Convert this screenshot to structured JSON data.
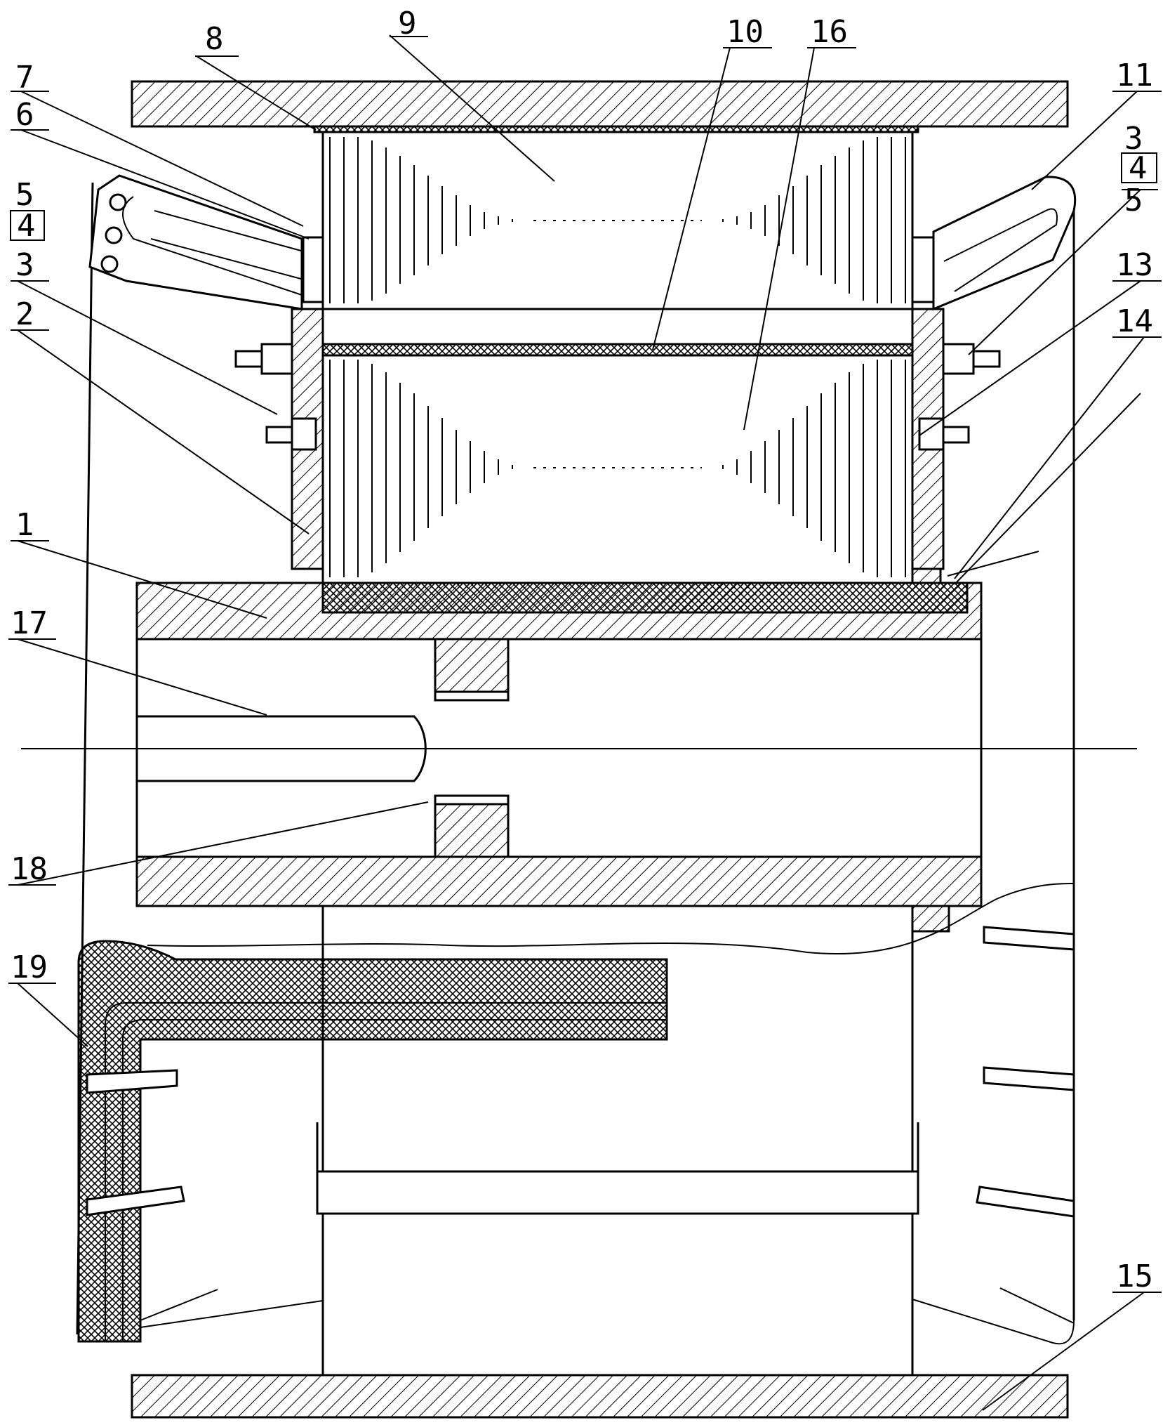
{
  "callouts": {
    "n1": "1",
    "n2": "2",
    "n3_left": "3",
    "n4_left": "4",
    "n5_left": "5",
    "n6": "6",
    "n7": "7",
    "n8": "8",
    "n9": "9",
    "n10": "10",
    "n11": "11",
    "n3_right": "3",
    "n4_right": "4",
    "n5_right": "5",
    "n13": "13",
    "n14": "14",
    "n15": "15",
    "n16": "16",
    "n17": "17",
    "n18": "18",
    "n19": "19"
  },
  "colors": {
    "line": "#000000",
    "background": "#ffffff"
  }
}
